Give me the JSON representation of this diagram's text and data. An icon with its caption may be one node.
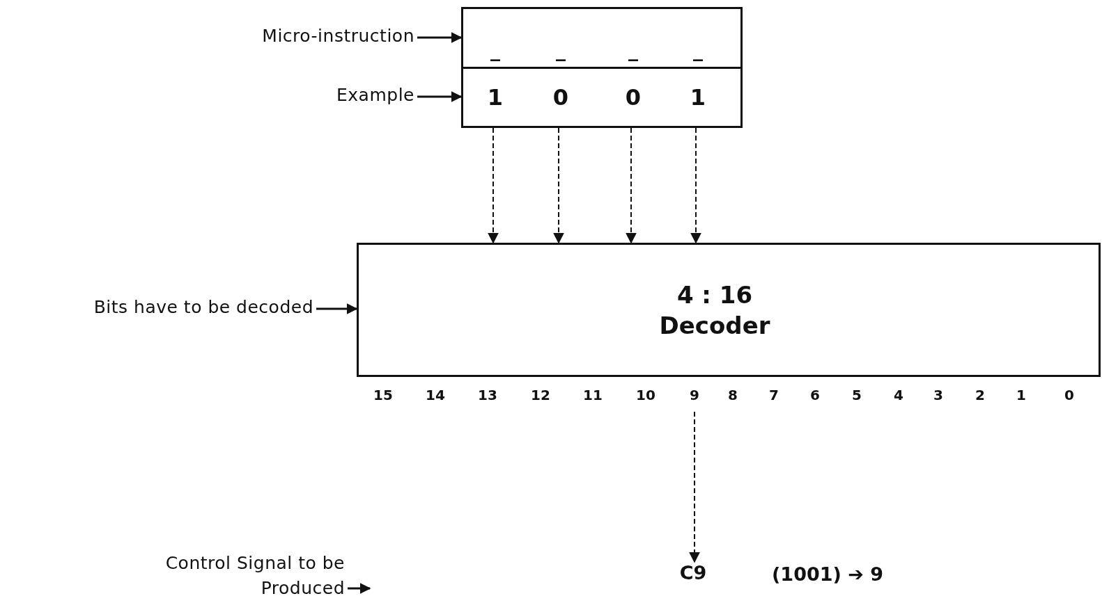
{
  "diagram": {
    "nodes": [
      {
        "text": [
          "Micro-instruction"
        ]
      },
      {
        "text": [
          "_",
          "_",
          "_",
          "_"
        ]
      },
      {
        "text": [
          "Example"
        ]
      },
      {
        "text": [
          "1",
          "0",
          "0",
          "1"
        ]
      },
      {
        "text": [
          "Bits have to be decoded"
        ]
      },
      {
        "text": [
          "4 : 16 Decoder"
        ]
      },
      {
        "text": [
          "Control Signal to be Produced"
        ]
      },
      {
        "text": [
          "9"
        ]
      },
      {
        "text": [
          "C9"
        ]
      }
    ],
    "edges": [
      {
        "from": 0,
        "to": 1,
        "arrow": "to"
      },
      {
        "from": 2,
        "to": 3,
        "arrow": "to"
      },
      {
        "from": 3,
        "to": 5,
        "arrow": "to",
        "style": "dashed"
      },
      {
        "from": 3,
        "to": 5,
        "arrow": "to",
        "style": "dashed"
      },
      {
        "from": 3,
        "to": 5,
        "arrow": "to",
        "style": "dashed"
      },
      {
        "from": 3,
        "to": 5,
        "arrow": "to",
        "style": "dashed"
      },
      {
        "from": 4,
        "to": 5,
        "arrow": "to"
      },
      {
        "from": 7,
        "to": 8,
        "arrow": "to",
        "style": "dashed"
      },
      {
        "from": 6,
        "to": null,
        "arrow": "to"
      }
    ],
    "labels": [
      "15",
      "14",
      "13",
      "12",
      "11",
      "10",
      "8",
      "7",
      "6",
      "5",
      "4",
      "3",
      "2",
      "1",
      "0",
      "(1001) ➔ 9"
    ]
  }
}
